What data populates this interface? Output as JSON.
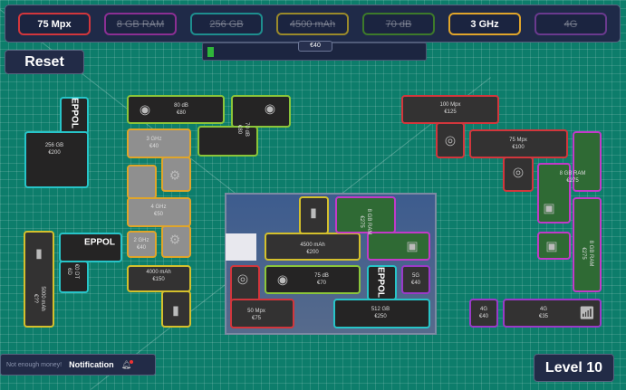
{
  "filters": [
    {
      "label": "75 Mpx",
      "color": "#d2363c",
      "active": true
    },
    {
      "label": "8 GB RAM",
      "color": "#8b2f93",
      "active": false
    },
    {
      "label": "256 GB",
      "color": "#1e8e8e",
      "active": false
    },
    {
      "label": "4500 mAh",
      "color": "#9a8a2a",
      "active": false
    },
    {
      "label": "70 dB",
      "color": "#3d7a2a",
      "active": false
    },
    {
      "label": "3 GHz",
      "color": "#e0a52a",
      "active": true
    },
    {
      "label": "4G",
      "color": "#6a3a8e",
      "active": false
    }
  ],
  "budget": {
    "label": "€40",
    "progress": 0.03
  },
  "reset_label": "Reset",
  "pieces": [
    {
      "text": "256 GB\n€200",
      "logo": "EPPOL",
      "color": "#27c4c8",
      "fill": "#252424"
    },
    {
      "text": "80 dB\n€80",
      "color": "#8bc53a",
      "fill": "#252424",
      "icon": "speaker"
    },
    {
      "text": "70 dB\n€80",
      "color": "#8bc53a",
      "fill": "#252424",
      "icon": "speaker"
    },
    {
      "text": "3 GHz\n€40",
      "color": "#e0a52a",
      "fill": "#8f8f8f",
      "icon": "gear"
    },
    {
      "text": "4 GHz\n€50",
      "color": "#e0a52a",
      "fill": "#8f8f8f",
      "icon": "gear"
    },
    {
      "text": "2 GHz\n€40",
      "color": "#e0a52a",
      "fill": "#8f8f8f"
    },
    {
      "text": "4000 mAh\n€150",
      "color": "#d4c02c",
      "fill": "#333232",
      "icon": "battery"
    },
    {
      "text": "5000 mAh\n€??",
      "color": "#d4c02c",
      "fill": "#333232",
      "icon": "battery"
    },
    {
      "text": "€0 DT\n6D",
      "logo": "EPPOL",
      "color": "#27c4c8",
      "fill": "#252424"
    },
    {
      "text": "4500 mAh\n€200",
      "color": "#d4c02c",
      "fill": "#333232",
      "icon": "battery"
    },
    {
      "text": "8 GB RAM\n€275",
      "color": "#c23ac8",
      "fill": "#2f6a34",
      "icon": "chip"
    },
    {
      "text": "50 Mpx\n€75",
      "color": "#d2363c",
      "fill": "#333232",
      "icon": "camera"
    },
    {
      "text": "75 dB\n€70",
      "color": "#8bc53a",
      "fill": "#252424",
      "icon": "speaker"
    },
    {
      "text": "512 GB\n€250",
      "logo": "EPPOL",
      "color": "#27c4c8",
      "fill": "#252424"
    },
    {
      "text": "5G\n€40",
      "color": "#9a3ac8",
      "fill": "#333232"
    },
    {
      "text": "100 Mpx\n€125",
      "color": "#d2363c",
      "fill": "#333232",
      "icon": "camera"
    },
    {
      "text": "75 Mpx\n€100",
      "color": "#d2363c",
      "fill": "#333232",
      "icon": "camera"
    },
    {
      "text": "8 GB RAM\n€275",
      "color": "#c23ac8",
      "fill": "#2f6a34",
      "icon": "chip"
    },
    {
      "text": "8 GB RAM\n€275",
      "color": "#c23ac8",
      "fill": "#2f6a34",
      "icon": "chip"
    },
    {
      "text": "4G\n€40",
      "color": "#9a3ac8",
      "fill": "#333232"
    },
    {
      "text": "4G\n€35",
      "color": "#9a3ac8",
      "fill": "#333232",
      "icon": "antenna"
    }
  ],
  "notification": {
    "message": "Not enough money!",
    "title": "Notification"
  },
  "level_label": "Level 10"
}
